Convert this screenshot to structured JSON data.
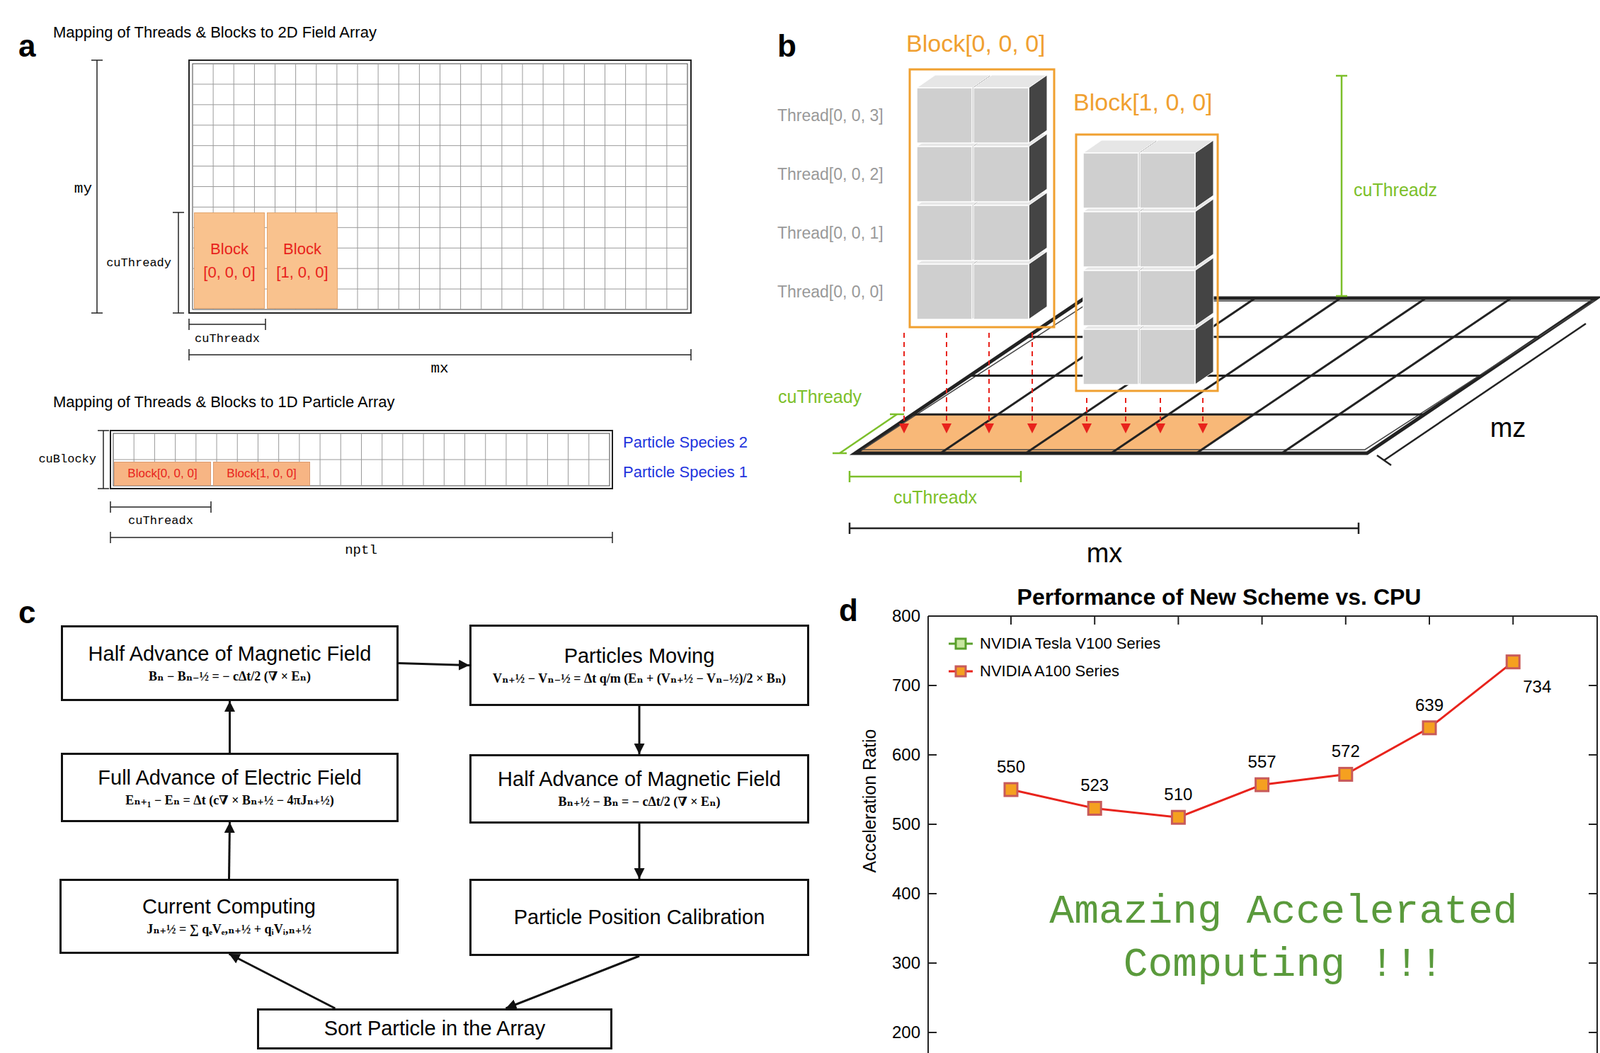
{
  "diagram": {
    "nodes": [
      {
        "text": [
          "Block [0, 0, 0]"
        ]
      },
      {
        "text": [
          "Block [1, 0, 0]"
        ]
      },
      {
        "text": [
          "Block[0, 0, 0]"
        ]
      },
      {
        "text": [
          "Block[1, 0, 0]"
        ]
      },
      {
        "text": [
          "Half Advance of Magnetic Field",
          "Bₙ − Bₙ₋½ = − cΔt/2 (∇ × Eₙ)"
        ]
      },
      {
        "text": [
          "Particles Moving",
          "Vₙ₊½ − Vₙ₋½ = Δt q/m (Eₙ + (Vₙ₊½ − Vₙ₋½)/2 × Bₙ)"
        ]
      },
      {
        "text": [
          "Full Advance of Electric Field",
          "Eₙ₊₁ − Eₙ = Δt (c∇ × Bₙ₊½ − 4πJₙ₊½)"
        ]
      },
      {
        "text": [
          "Half Advance of Magnetic Field",
          "Bₙ₊½ − Bₙ = − cΔt/2 (∇ × Eₙ)"
        ]
      },
      {
        "text": [
          "Current Computing",
          "Jₙ₊½ = ∑ qₑVₑ,ₙ₊½ + qᵢVᵢ,ₙ₊½"
        ]
      },
      {
        "text": [
          "Particle Position Calibration"
        ]
      },
      {
        "text": [
          "Sort Particle in the Array"
        ]
      }
    ],
    "edges": [
      {
        "from": 8,
        "to": 6,
        "arrow": "to"
      },
      {
        "from": 6,
        "to": 4,
        "arrow": "to"
      },
      {
        "from": 4,
        "to": 5,
        "arrow": "to"
      },
      {
        "from": 5,
        "to": 7,
        "arrow": "to"
      },
      {
        "from": 7,
        "to": 9,
        "arrow": "to"
      },
      {
        "from": 9,
        "to": 10,
        "arrow": "to"
      },
      {
        "from": 10,
        "to": 8,
        "arrow": "to"
      }
    ],
    "labels": [
      "a",
      "Mapping of Threads & Blocks to 2D Field Array",
      "my",
      "cuThready",
      "cuThreadx",
      "mx",
      "Mapping of Threads & Blocks to 1D Particle Array",
      "cuBlocky",
      "cuThreadx",
      "nptl",
      "Particle Species 2",
      "Particle Species 1",
      "b",
      "Block[0, 0, 0]",
      "Block[1, 0, 0]",
      "Thread[0, 0, 3]",
      "Thread[0, 0, 2]",
      "Thread[0, 0, 1]",
      "Thread[0, 0, 0]",
      "cuThreadz",
      "cuThready",
      "cuThreadx",
      "mx",
      "mz",
      "c",
      "d",
      "Performance of New Scheme vs. CPU",
      "Acceleration Ratio",
      "800",
      "700",
      "600",
      "500",
      "400",
      "300",
      "200",
      "550",
      "523",
      "510",
      "557",
      "572",
      "639",
      "734",
      "Amazing Accelerated Computing !!!"
    ],
    "legend": [
      {
        "text": "NVIDIA Tesla V100 Series"
      },
      {
        "text": "NVIDIA A100 Series"
      }
    ]
  }
}
